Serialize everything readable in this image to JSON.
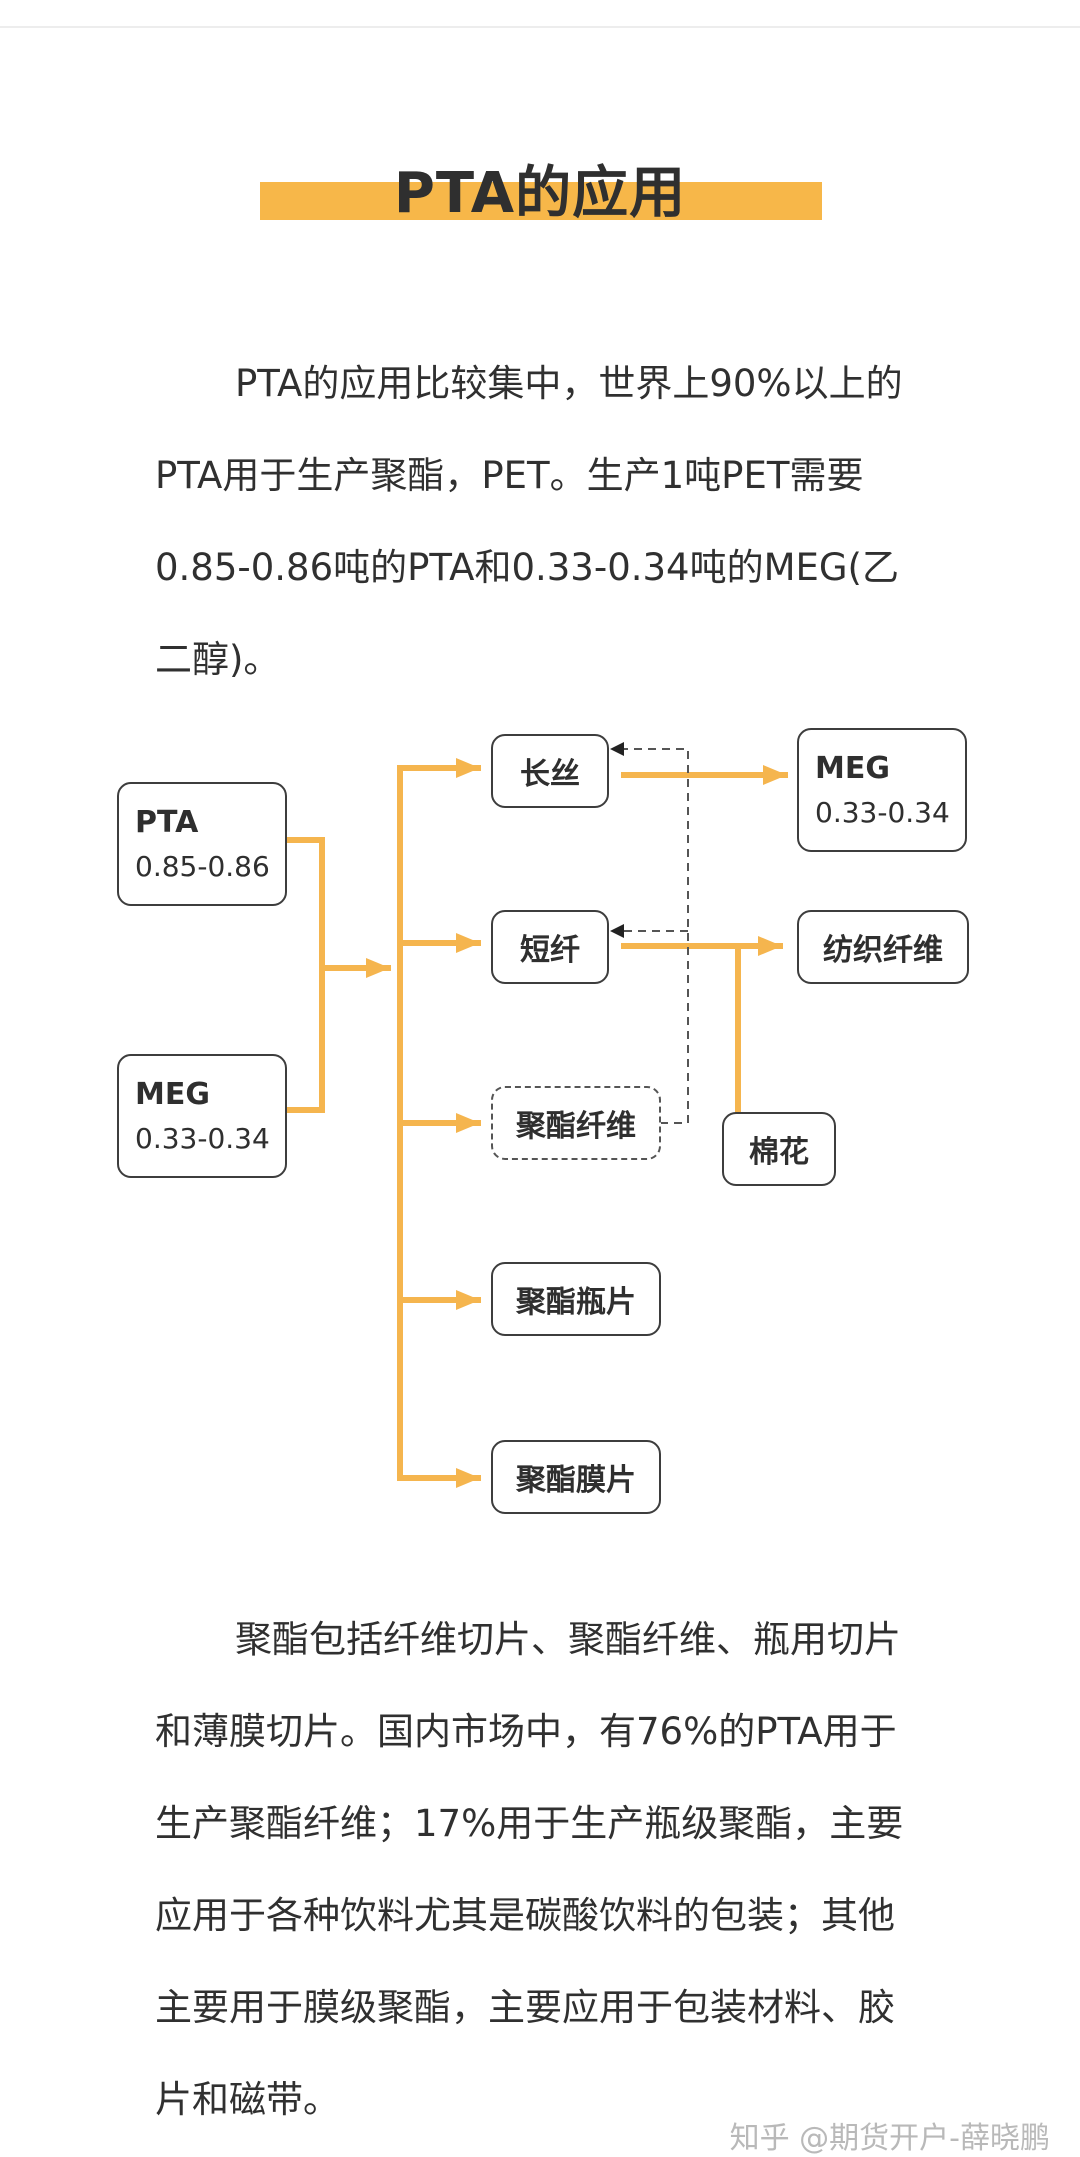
{
  "title": "PTA的应用",
  "paragraph1": "PTA的应用比较集中，世界上90%以上的PTA用于生产聚酯，PET。生产1吨PET需要0.85-0.86吨的PTA和0.33-0.34吨的MEG(乙二醇)。",
  "diagram": {
    "pta": {
      "label": "PTA",
      "value": "0.85-0.86"
    },
    "meg_in": {
      "label": "MEG",
      "value": "0.33-0.34"
    },
    "filament": "长丝",
    "staple": "短纤",
    "polyester_fiber": "聚酯纤维",
    "bottle_chip": "聚酯瓶片",
    "film_chip": "聚酯膜片",
    "meg_out": {
      "label": "MEG",
      "value": "0.33-0.34"
    },
    "textile": "纺织纤维",
    "cotton": "棉花"
  },
  "paragraph2": "聚酯包括纤维切片、聚酯纤维、瓶用切片和薄膜切片。国内市场中，有76%的PTA用于生产聚酯纤维；17%用于生产瓶级聚酯，主要应用于各种饮料尤其是碳酸饮料的包装；其他主要用于膜级聚酯，主要应用于包装材料、胶片和磁带。",
  "watermark": "知乎 @期货开户-薛晓鹏",
  "colors": {
    "accent": "#f7b749",
    "arrow": "#f5b54e",
    "border": "#3d3d3d"
  }
}
